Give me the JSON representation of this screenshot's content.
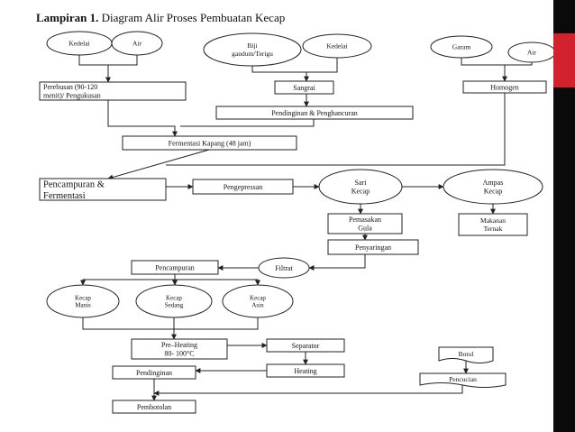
{
  "title": {
    "label": "Lampiran 1.",
    "text": "Diagram Alir Proses Pembuatan Kecap"
  },
  "colors": {
    "sidebar": "#0a0a0a",
    "sidebar_accent": "#d2222d",
    "line": "#222222"
  },
  "nodes": {
    "kedelai1": "Kedelai",
    "air1": "Air",
    "biji": [
      "Biji",
      "gandum/Terigu"
    ],
    "kedelai2": "Kedelai",
    "garam": "Garam",
    "air2": "Air",
    "perebusan": [
      "Perebusan (90-120",
      "menit)/ Pengukusan"
    ],
    "sangrai": "Sangrai",
    "homogen": "Homogen",
    "pendinginan1": "Pendinginan & Penghancuran",
    "fermentasi_kapang": "Fermentasi Kapang (48 jam)",
    "pencampuran_fermentasi": [
      "Pencampuran &",
      "Fermentasi"
    ],
    "pengepresan": "Pengepressan",
    "sari_kecap": [
      "Sari",
      "Kecap"
    ],
    "ampas_kecap": [
      "Ampas",
      "Kecap"
    ],
    "pemasakan": [
      "Pemasakan",
      "Gula"
    ],
    "makanan_ternak": [
      "Makanan",
      "Ternak"
    ],
    "penyaringan": "Penyaringan",
    "pencampuran2": "Pencampuran",
    "filtrat": "Filtrat",
    "kecap_manis": [
      "Kecap",
      "Manis"
    ],
    "kecap_sedang": [
      "Kecap",
      "Sedang"
    ],
    "kecap_asin": [
      "Kecap",
      "Asin"
    ],
    "preheating": [
      "Pre–Heating",
      "80- 100°C"
    ],
    "separator": "Separator",
    "pendinginan2": "Pendinginan",
    "heating": "Heating",
    "botol": "Botol",
    "pencucian": "Pencucian",
    "pembotolan": "Pembotolan"
  }
}
